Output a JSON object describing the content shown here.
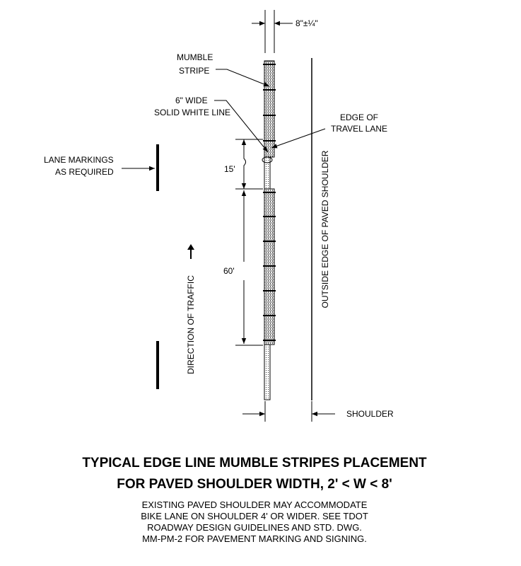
{
  "labels": {
    "spacing": "8\"±¼\"",
    "mumble_stripe": [
      "MUMBLE",
      "STRIPE"
    ],
    "white_line": [
      "6\" WIDE",
      "SOLID WHITE LINE"
    ],
    "edge_of_travel_lane": [
      "EDGE OF",
      "TRAVEL LANE"
    ],
    "lane_markings": [
      "LANE MARKINGS",
      "AS REQUIRED"
    ],
    "gap_length": "15'",
    "stripe_length": "60'",
    "direction_of_traffic": "DIRECTION OF TRAFFIC",
    "outside_edge": "OUTSIDE EDGE OF PAVED SHOULDER",
    "shoulder": "SHOULDER"
  },
  "title": [
    "TYPICAL EDGE LINE MUMBLE STRIPES  PLACEMENT",
    "FOR PAVED SHOULDER WIDTH, 2' < W <  8'"
  ],
  "notes": [
    "EXISTING PAVED SHOULDER MAY ACCOMMODATE",
    "BIKE LANE ON SHOULDER 4' OR WIDER. SEE TDOT",
    "ROADWAY DESIGN GUIDELINES AND STD. DWG.",
    "MM-PM-2 FOR PAVEMENT MARKING AND SIGNING."
  ]
}
